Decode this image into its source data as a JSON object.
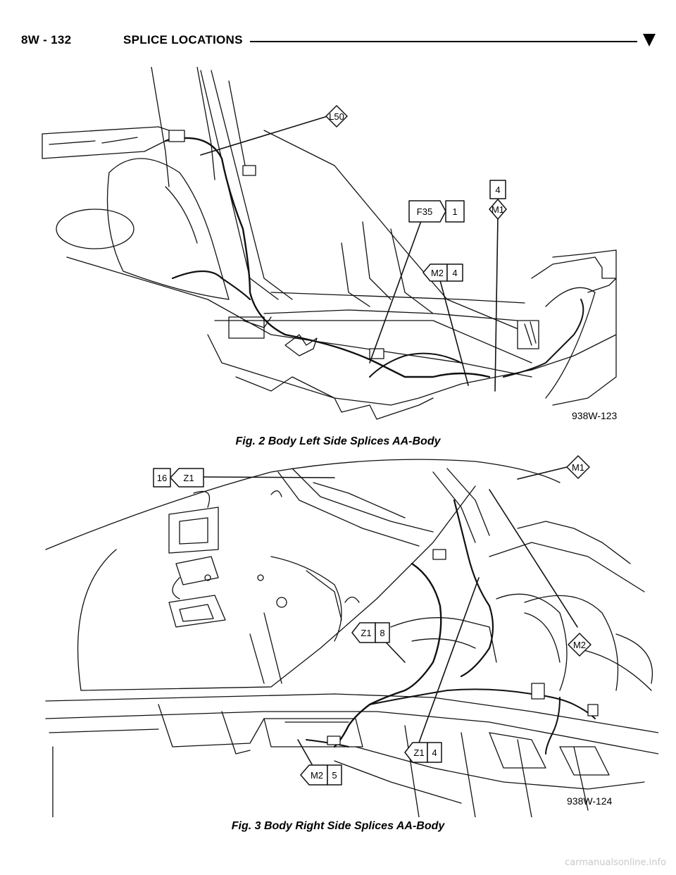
{
  "header": {
    "page_number": "8W - 132",
    "section_title": "SPLICE LOCATIONS"
  },
  "figure2": {
    "callouts": {
      "l50": "L50",
      "f35": "F35",
      "f35_num": "1",
      "m1_num": "4",
      "m1": "M1",
      "m2": "M2",
      "m2_num": "4"
    },
    "code": "938W-123",
    "caption": "Fig. 2 Body Left Side Splices AA-Body"
  },
  "figure3": {
    "callouts": {
      "z1_num": "16",
      "z1": "Z1",
      "m1": "M1",
      "z1b": "Z1",
      "z1b_num": "8",
      "m2": "M2",
      "z1c": "Z1",
      "z1c_num": "4",
      "m2b": "M2",
      "m2b_num": "5"
    },
    "code": "938W-124",
    "caption": "Fig. 3 Body Right Side Splices AA-Body"
  },
  "footer": {
    "watermark": "carmanualsonline.info"
  }
}
